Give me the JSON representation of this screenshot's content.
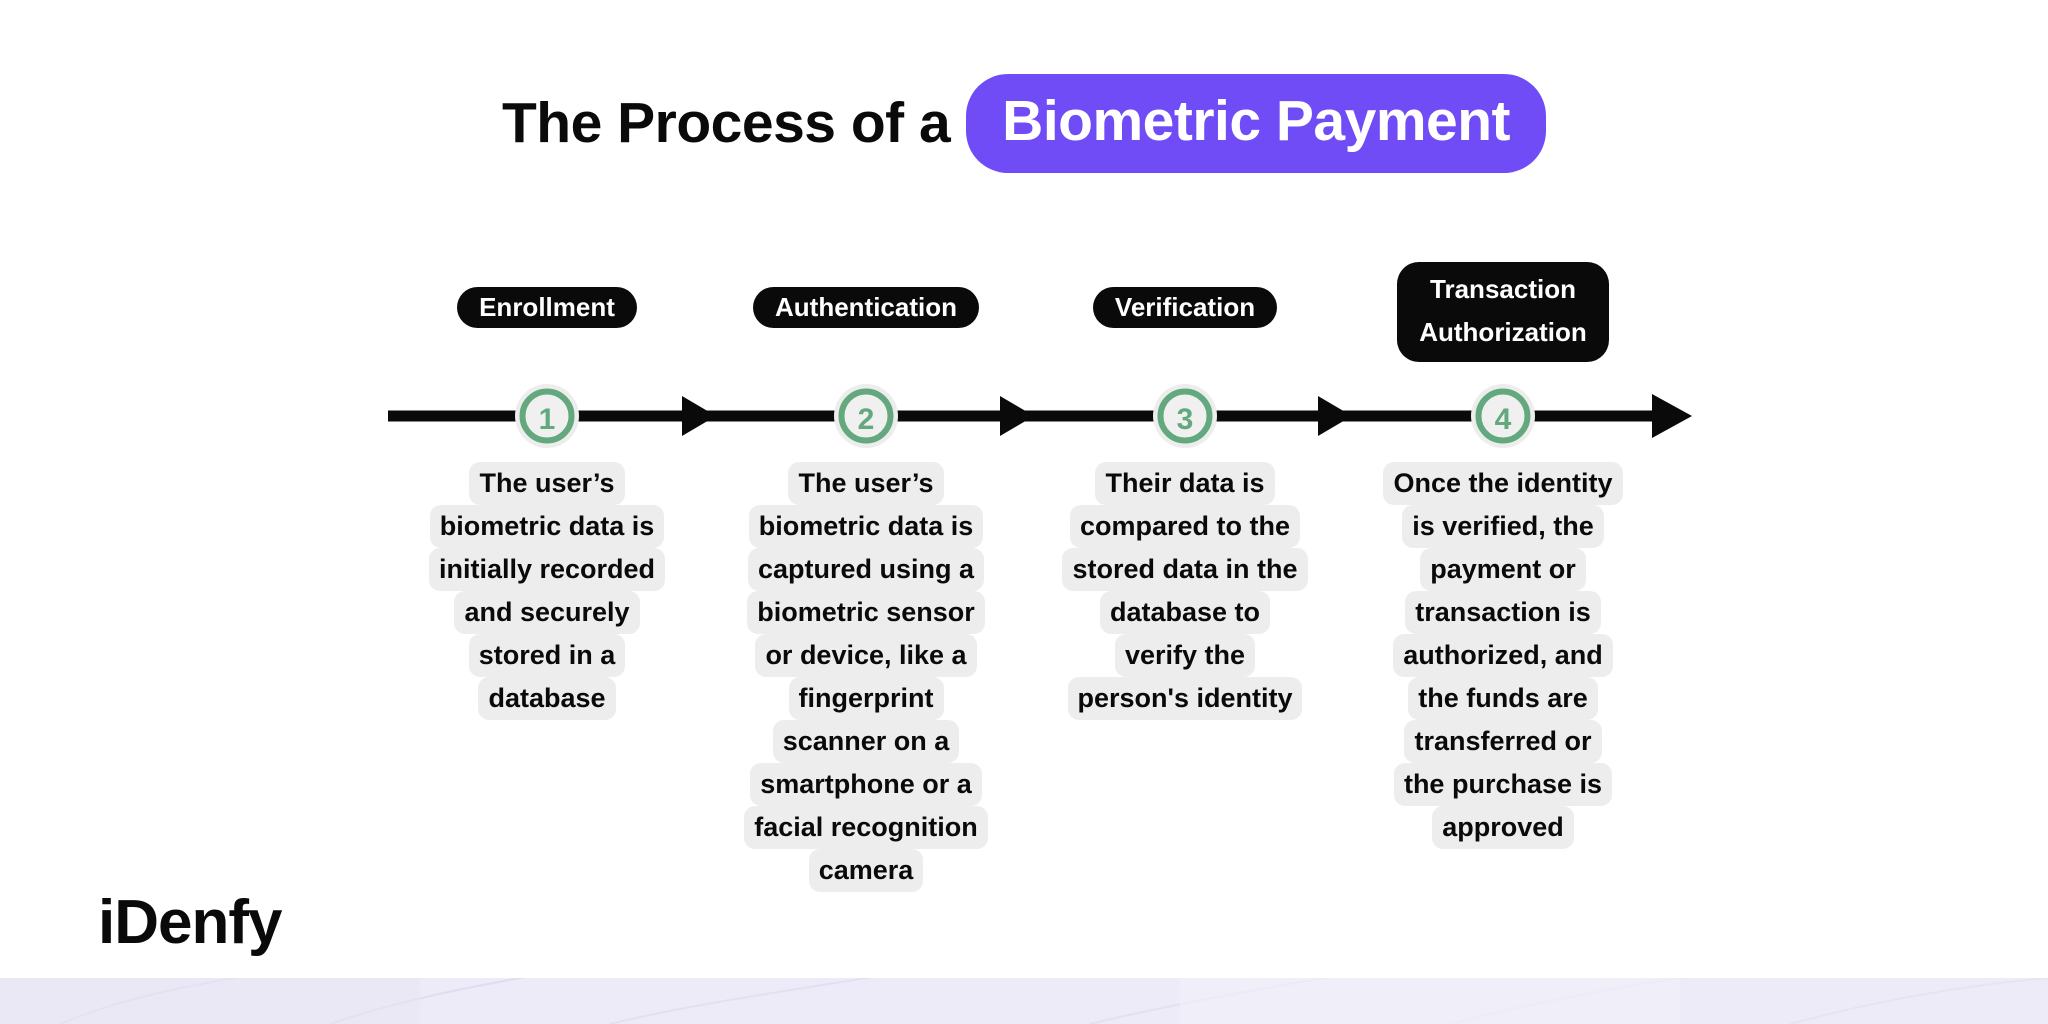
{
  "title": {
    "plain": "The Process of a",
    "highlight": "Biometric Payment"
  },
  "colors": {
    "accent_purple": "#6F4CF5",
    "pill_black": "#0A0A0A",
    "circle_green": "#63A97D",
    "highlight_gray": "#EDEDED",
    "band_lavender": "#EDEBF7",
    "page_background": "#FFFFFF"
  },
  "steps": [
    {
      "number": "1",
      "label": "Enrollment",
      "label_lines": [
        "Enrollment"
      ],
      "body_lines": [
        "The user’s",
        "biometric data is",
        "initially recorded",
        "and securely",
        "stored in a",
        "database"
      ]
    },
    {
      "number": "2",
      "label": "Authentication",
      "label_lines": [
        "Authentication"
      ],
      "body_lines": [
        "The user’s",
        "biometric data is",
        "captured using a",
        "biometric sensor",
        "or device, like a",
        "fingerprint",
        "scanner on a",
        "smartphone or a",
        "facial recognition",
        "camera"
      ]
    },
    {
      "number": "3",
      "label": "Verification",
      "label_lines": [
        "Verification"
      ],
      "body_lines": [
        "Their data is",
        "compared to the",
        "stored data in the",
        "database to",
        "verify the",
        "person's identity"
      ]
    },
    {
      "number": "4",
      "label": "Transaction Authorization",
      "label_lines": [
        "Transaction",
        "Authorization"
      ],
      "body_lines": [
        "Once the identity",
        "is verified, the",
        "payment or",
        "transaction is",
        "authorized, and",
        "the funds are",
        "transferred or",
        "the purchase is",
        "approved"
      ]
    }
  ],
  "logo": {
    "text": "iDenfy"
  },
  "timeline": {
    "arrow_count": 4,
    "direction": "left-to-right"
  }
}
